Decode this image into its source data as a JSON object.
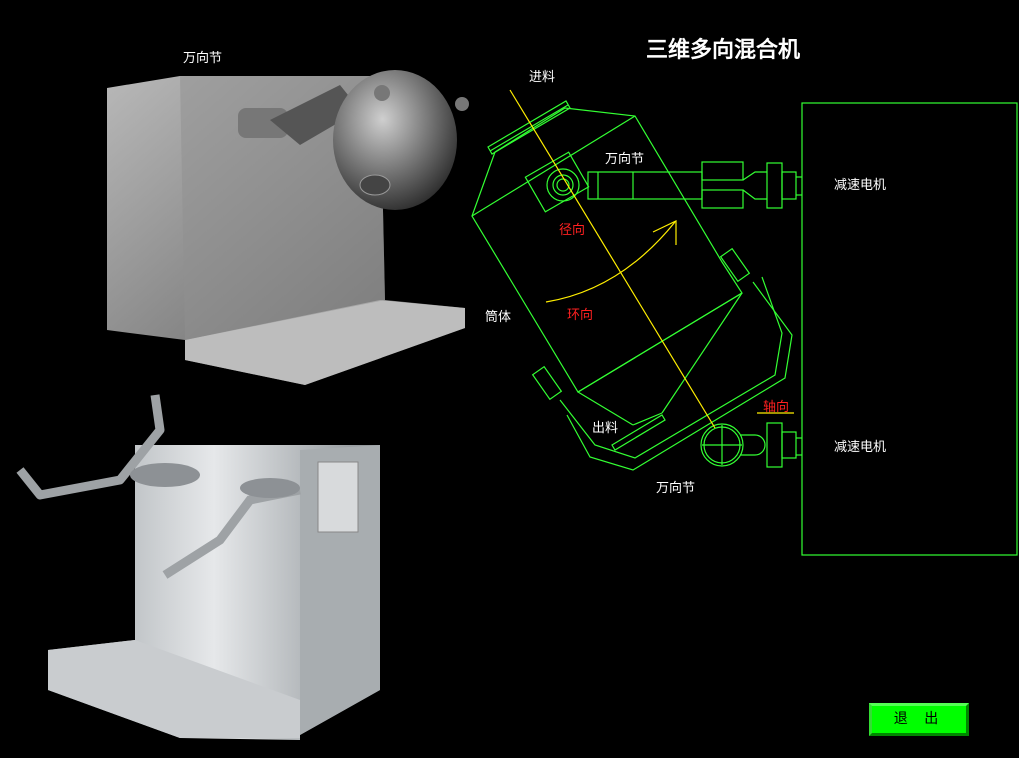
{
  "title": "三维多向混合机",
  "labels": {
    "universal_joint_photo": "万向节",
    "feed": "进料",
    "universal_joint_top": "万向节",
    "radial": "径向",
    "cylinder": "筒体",
    "circumferential": "环向",
    "discharge": "出料",
    "axial": "轴向",
    "universal_joint_bottom": "万向节",
    "motor_top": "减速电机",
    "motor_bottom": "减速电机"
  },
  "buttons": {
    "exit": "退 出"
  },
  "colors": {
    "diagram_line": "#33ff33",
    "axis": "#ffff00",
    "highlight_text": "#ff2020",
    "button": "#00ff00"
  }
}
